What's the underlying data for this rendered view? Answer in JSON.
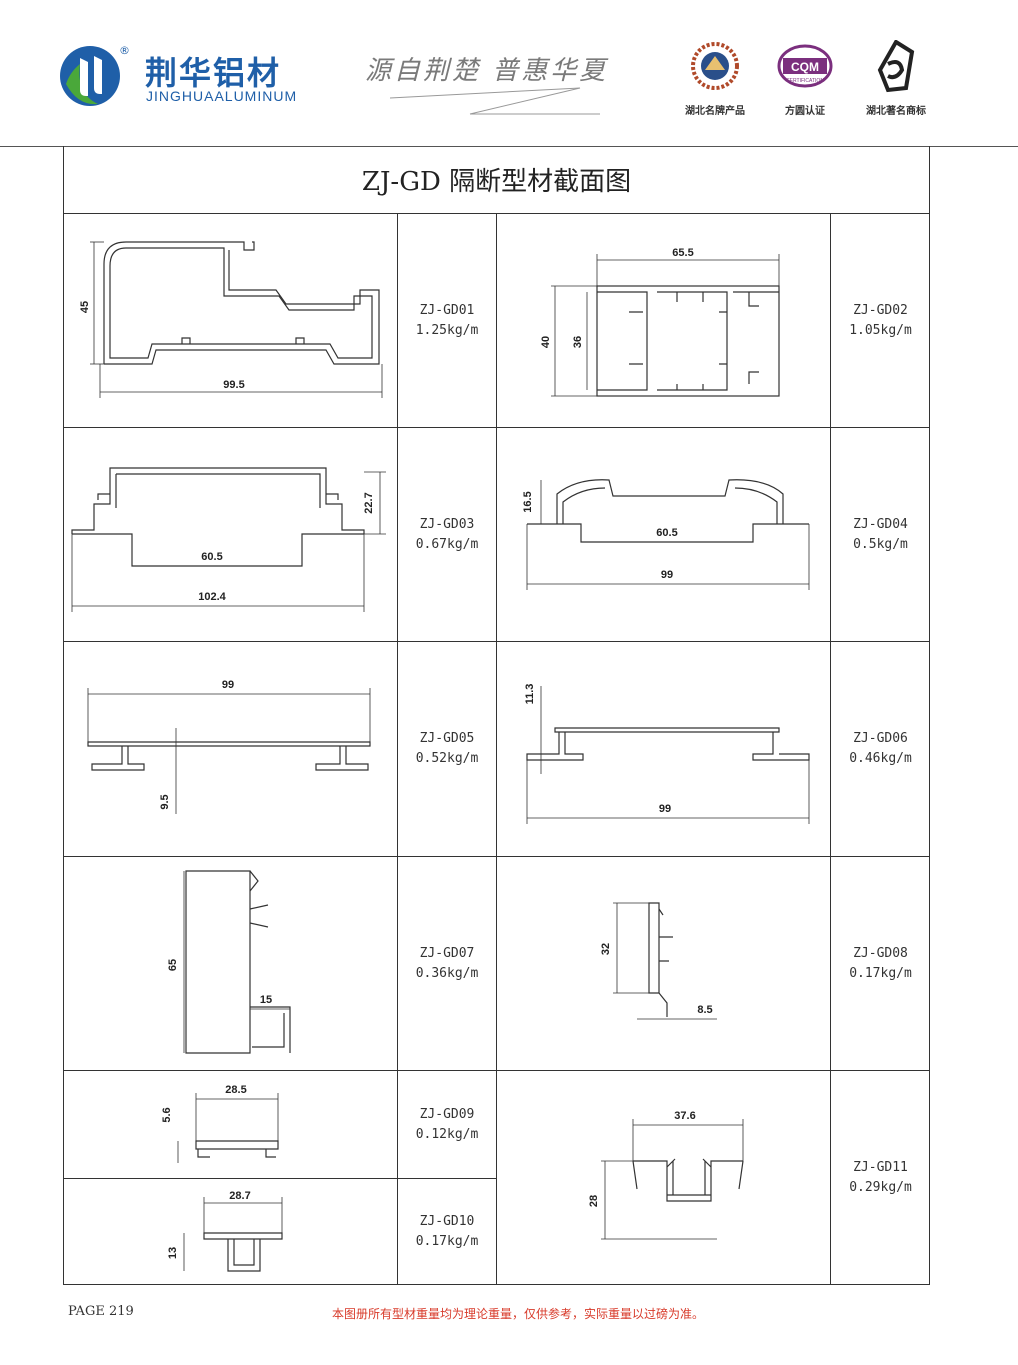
{
  "header": {
    "brand_cn": "荆华铝材",
    "brand_en": "JINGHUAALUMINUM",
    "registered": "®",
    "slogan": "源自荆楚 普惠华夏",
    "certs": [
      {
        "label": "湖北名牌产品",
        "icon": "hubei-brand-seal-icon"
      },
      {
        "label": "方圆认证",
        "icon": "cqm-certification-icon",
        "badge_text": "CQM",
        "badge_sub": "CERTIFICATION"
      },
      {
        "label": "湖北著名商标",
        "icon": "hubei-trademark-icon"
      }
    ],
    "colors": {
      "brand_blue": "#1f5fa8",
      "logo_green": "#4aa83a"
    }
  },
  "title": "ZJ-GD 隔断型材截面图",
  "profiles": [
    {
      "code": "ZJ-GD01",
      "weight": "1.25kg/m",
      "dims": [
        "45",
        "99.5"
      ]
    },
    {
      "code": "ZJ-GD02",
      "weight": "1.05kg/m",
      "dims": [
        "65.5",
        "40",
        "36"
      ]
    },
    {
      "code": "ZJ-GD03",
      "weight": "0.67kg/m",
      "dims": [
        "22.7",
        "60.5",
        "102.4"
      ]
    },
    {
      "code": "ZJ-GD04",
      "weight": "0.5kg/m",
      "dims": [
        "16.5",
        "60.5",
        "99"
      ]
    },
    {
      "code": "ZJ-GD05",
      "weight": "0.52kg/m",
      "dims": [
        "99",
        "9.5"
      ]
    },
    {
      "code": "ZJ-GD06",
      "weight": "0.46kg/m",
      "dims": [
        "11.3",
        "99"
      ]
    },
    {
      "code": "ZJ-GD07",
      "weight": "0.36kg/m",
      "dims": [
        "65",
        "15"
      ]
    },
    {
      "code": "ZJ-GD08",
      "weight": "0.17kg/m",
      "dims": [
        "32",
        "8.5"
      ]
    },
    {
      "code": "ZJ-GD09",
      "weight": "0.12kg/m",
      "dims": [
        "28.5",
        "5.6"
      ]
    },
    {
      "code": "ZJ-GD10",
      "weight": "0.17kg/m",
      "dims": [
        "28.7",
        "13"
      ]
    },
    {
      "code": "ZJ-GD11",
      "weight": "0.29kg/m",
      "dims": [
        "37.6",
        "28"
      ]
    }
  ],
  "footer": {
    "page": "PAGE 219",
    "note": "本图册所有型材重量均为理论重量，仅供参考，实际重量以过磅为准。",
    "note_color": "#d83a2a"
  }
}
